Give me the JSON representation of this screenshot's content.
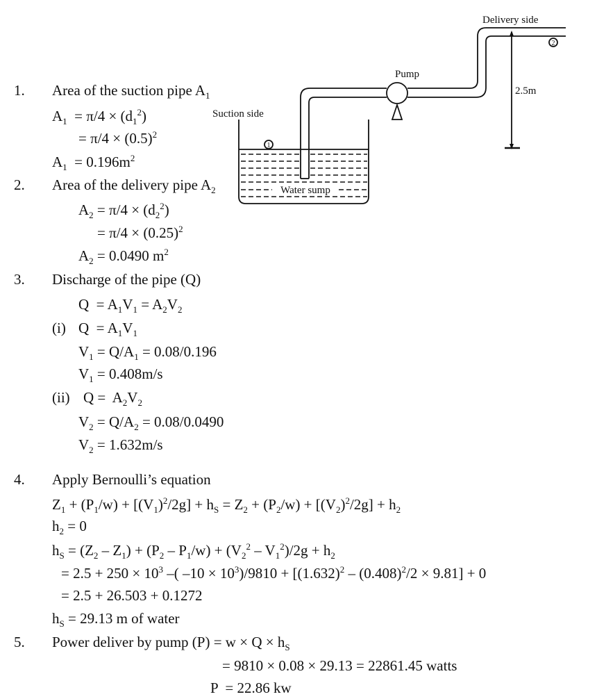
{
  "diagram": {
    "delivery_label": "Delivery side",
    "pump_label": "Pump",
    "suction_label": "Suction side",
    "sump_label": "Water sump",
    "height_label": "2.5m",
    "point1": "1",
    "point2": "2"
  },
  "steps": [
    {
      "number": "1.",
      "segs": [
        "Area of the suction pipe A",
        {
          "sub": "1"
        }
      ]
    },
    {
      "segs": [
        "A",
        {
          "sub": "1"
        },
        "  = π/4 × (d",
        {
          "sub": "1"
        },
        {
          "sup": "2"
        },
        ")"
      ]
    },
    {
      "segs": [
        "= π/4 × (0.5)",
        {
          "sup": "2"
        }
      ]
    },
    {
      "segs": [
        "A",
        {
          "sub": "1"
        },
        "  = 0.196m",
        {
          "sup": "2"
        }
      ]
    },
    {
      "number": "2.",
      "segs": [
        "Area of the delivery pipe A",
        {
          "sub": "2"
        }
      ]
    },
    {
      "segs": [
        "A",
        {
          "sub": "2"
        },
        " = π/4 × (d",
        {
          "sub": "2"
        },
        {
          "sup": "2"
        },
        ")"
      ]
    },
    {
      "segs": [
        "= π/4 × (0.25)",
        {
          "sup": "2"
        }
      ]
    },
    {
      "segs": [
        "A",
        {
          "sub": "2"
        },
        " = 0.0490 m",
        {
          "sup": "2"
        }
      ]
    },
    {
      "number": "3.",
      "segs": [
        "Discharge of the pipe (Q)"
      ]
    },
    {
      "segs": [
        "Q  = A",
        {
          "sub": "1"
        },
        "V",
        {
          "sub": "1"
        },
        " = A",
        {
          "sub": "2"
        },
        "V",
        {
          "sub": "2"
        }
      ]
    },
    {
      "number": "(i)",
      "segs": [
        "Q  = A",
        {
          "sub": "1"
        },
        "V",
        {
          "sub": "1"
        }
      ]
    },
    {
      "segs": [
        "V",
        {
          "sub": "1"
        },
        " = Q/A",
        {
          "sub": "1"
        },
        " = 0.08/0.196"
      ]
    },
    {
      "segs": [
        "V",
        {
          "sub": "1"
        },
        " = 0.408m/s"
      ]
    },
    {
      "number": "(ii)",
      "segs": [
        "Q =  A",
        {
          "sub": "2"
        },
        "V",
        {
          "sub": "2"
        }
      ]
    },
    {
      "segs": [
        "V",
        {
          "sub": "2"
        },
        " = Q/A",
        {
          "sub": "2"
        },
        " = 0.08/0.0490"
      ]
    },
    {
      "segs": [
        "V",
        {
          "sub": "2"
        },
        " = 1.632m/s"
      ]
    },
    {
      "number": "4.",
      "segs": [
        "Apply Bernoulli’s equation"
      ]
    },
    {
      "segs": [
        "Z",
        {
          "sub": "1"
        },
        " + (P",
        {
          "sub": "1"
        },
        "/w) + [(V",
        {
          "sub": "1"
        },
        ")",
        {
          "sup": "2"
        },
        "/2g] + h",
        {
          "sub": "S"
        },
        " = Z",
        {
          "sub": "2"
        },
        " + (P",
        {
          "sub": "2"
        },
        "/w) + [(V",
        {
          "sub": "2"
        },
        ")",
        {
          "sup": "2"
        },
        "/2g] + h",
        {
          "sub": "2"
        }
      ]
    },
    {
      "segs": [
        "h",
        {
          "sub": "2"
        },
        " = 0"
      ]
    },
    {
      "segs": [
        "h",
        {
          "sub": "S"
        },
        " = (Z",
        {
          "sub": "2"
        },
        " – Z",
        {
          "sub": "1"
        },
        ") + (P",
        {
          "sub": "2"
        },
        " – P",
        {
          "sub": "1"
        },
        "/w) + (V",
        {
          "sub": "2"
        },
        {
          "sup": "2"
        },
        " – V",
        {
          "sub": "1"
        },
        {
          "sup": "2"
        },
        ")/2g + h",
        {
          "sub": "2"
        }
      ]
    },
    {
      "segs": [
        "= 2.5 + 250 × 10",
        {
          "sup": "3"
        },
        " –( –10 × 10",
        {
          "sup": "3"
        },
        ")/9810 + [(1.632)",
        {
          "sup": "2"
        },
        " – (0.408)",
        {
          "sup": "2"
        },
        "/2 × 9.81] + 0"
      ]
    },
    {
      "segs": [
        "= 2.5 + 26.503 + 0.1272"
      ]
    },
    {
      "segs": [
        "h",
        {
          "sub": "S"
        },
        " = 29.13 m of water"
      ]
    },
    {
      "number": "5.",
      "segs": [
        "Power deliver by pump (P) = w × Q × h",
        {
          "sub": "S"
        }
      ]
    },
    {
      "segs": [
        "= 9810 × 0.08 × 29.13 = 22861.45 watts"
      ]
    },
    {
      "segs": [
        "P  = 22.86 kw"
      ]
    }
  ]
}
